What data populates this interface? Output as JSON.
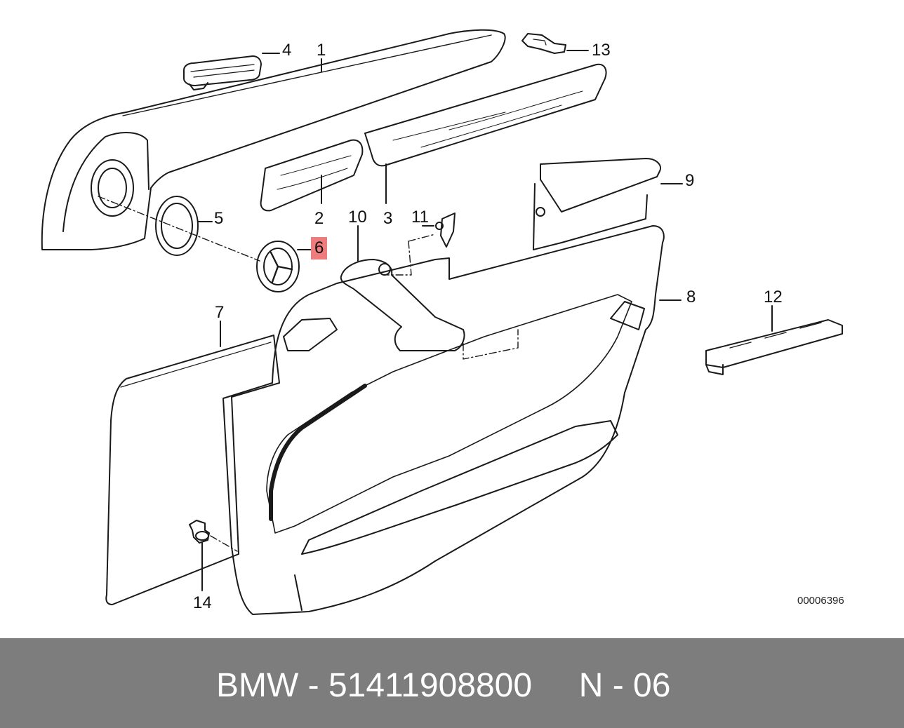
{
  "diagram": {
    "callouts": {
      "p1": "1",
      "p2": "2",
      "p3": "3",
      "p4": "4",
      "p5": "5",
      "p6": "6",
      "p7": "7",
      "p8": "8",
      "p9": "9",
      "p10": "10",
      "p11": "11",
      "p12": "12",
      "p13": "13",
      "p14": "14"
    },
    "highlighted_part": "6",
    "highlight_color": "#ef7c7c",
    "drawing_number": "00006396"
  },
  "footer": {
    "text": "BMW - 51411908800     N - 06",
    "background_color": "#7d7d7d"
  }
}
